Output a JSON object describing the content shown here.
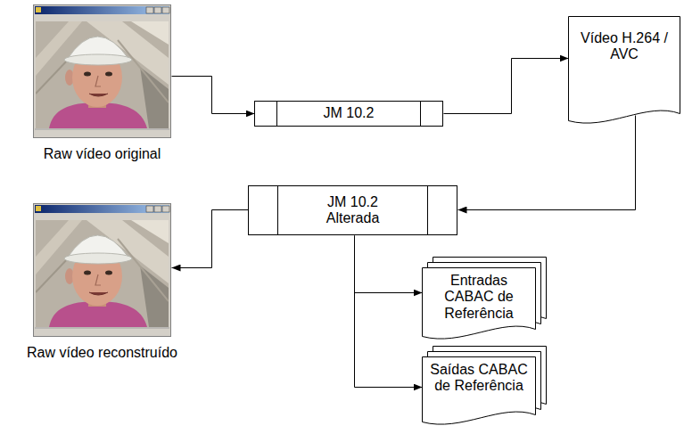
{
  "diagram": {
    "nodes": [
      {
        "text": [
          "Raw vídeo original"
        ]
      },
      {
        "text": [
          "JM 10.2"
        ]
      },
      {
        "text": [
          "Vídeo H.264 / AVC"
        ]
      },
      {
        "text": [
          "JM 10.2 Alterada"
        ]
      },
      {
        "text": [
          "Raw vídeo reconstruído"
        ]
      },
      {
        "text": [
          "Entradas CABAC de Referência"
        ]
      },
      {
        "text": [
          "Saídas CABAC de Referência"
        ]
      }
    ],
    "edges": [
      {
        "from": 0,
        "to": 1,
        "arrow": "to"
      },
      {
        "from": 1,
        "to": 2,
        "arrow": "to"
      },
      {
        "from": 2,
        "to": 3,
        "arrow": "to"
      },
      {
        "from": 3,
        "to": 4,
        "arrow": "to"
      },
      {
        "from": 3,
        "to": 5,
        "arrow": "to"
      },
      {
        "from": 3,
        "to": 6,
        "arrow": "to"
      }
    ]
  }
}
